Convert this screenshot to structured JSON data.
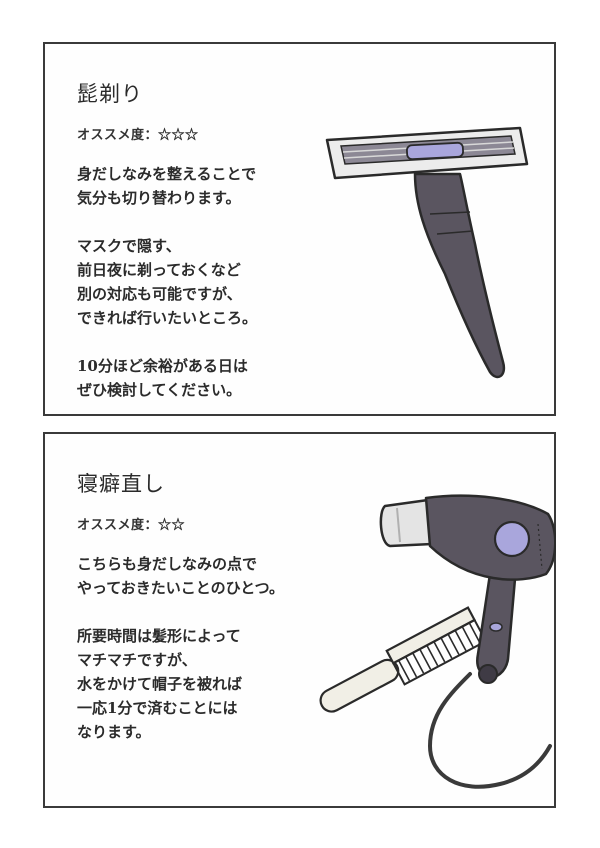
{
  "panels": [
    {
      "title": "髭剃り",
      "rating_label": "オススメ度：",
      "stars": "☆☆☆",
      "paragraphs": [
        "身だしなみを整えることで\n気分も切り替わります。",
        "マスクで隠す、\n前日夜に剃っておくなど\n別の対応も可能ですが、\nできれば行いたいところ。",
        "10分ほど余裕がある日は\nぜひ検討してください。"
      ],
      "illustration": "razor-icon"
    },
    {
      "title": "寝癖直し",
      "rating_label": "オススメ度：",
      "stars": "☆☆",
      "paragraphs": [
        "こちらも身だしなみの点で\nやっておきたいことのひとつ。",
        "所要時間は髪形によって\nマチマチですが、\n水をかけて帽子を被れば\n一応1分で済むことには\nなります。"
      ],
      "illustration": "hair-dryer-and-comb-icon"
    }
  ],
  "colors": {
    "border": "#3a3a3a",
    "device_gray": "#5a5560",
    "accent_lavender": "#a9a6dc",
    "comb": "#f1efe6"
  }
}
